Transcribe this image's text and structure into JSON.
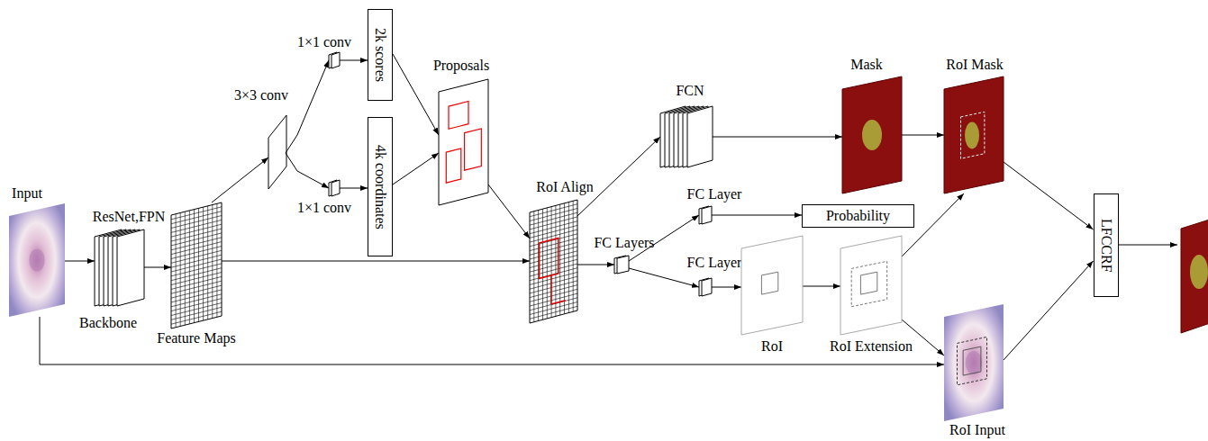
{
  "diagram": {
    "nodes": [
      {
        "text": [
          "Input"
        ]
      },
      {
        "text": [
          "ResNet,FPN",
          "Backbone"
        ]
      },
      {
        "text": [
          "Feature Maps"
        ]
      },
      {
        "text": [
          "3×3 conv"
        ]
      },
      {
        "text": [
          "1×1 conv"
        ]
      },
      {
        "text": [
          "1×1 conv"
        ]
      },
      {
        "text": [
          "2k scores"
        ]
      },
      {
        "text": [
          "4k coordinates"
        ]
      },
      {
        "text": [
          "Proposals"
        ]
      },
      {
        "text": [
          "RoI Align"
        ]
      },
      {
        "text": [
          "FC Layers"
        ]
      },
      {
        "text": [
          "FCN"
        ]
      },
      {
        "text": [
          "FC Layer"
        ]
      },
      {
        "text": [
          "FC Layer"
        ]
      },
      {
        "text": [
          "Probability"
        ]
      },
      {
        "text": [
          "RoI"
        ]
      },
      {
        "text": [
          "Mask"
        ]
      },
      {
        "text": [
          "RoI Extension"
        ]
      },
      {
        "text": [
          "RoI Mask"
        ]
      },
      {
        "text": [
          "RoI Input"
        ]
      },
      {
        "text": [
          "LFCCRF"
        ]
      }
    ],
    "edges": [
      {
        "from": 0,
        "to": 1,
        "arrow": "to"
      },
      {
        "from": 1,
        "to": 2,
        "arrow": "to"
      },
      {
        "from": 2,
        "to": 3,
        "arrow": "to"
      },
      {
        "from": 3,
        "to": 4,
        "arrow": "to"
      },
      {
        "from": 3,
        "to": 5,
        "arrow": "to"
      },
      {
        "from": 4,
        "to": 6,
        "arrow": "to"
      },
      {
        "from": 5,
        "to": 7,
        "arrow": "to"
      },
      {
        "from": 6,
        "to": 8,
        "arrow": "to"
      },
      {
        "from": 7,
        "to": 8,
        "arrow": "to"
      },
      {
        "from": 2,
        "to": 9,
        "arrow": "to"
      },
      {
        "from": 8,
        "to": 9,
        "arrow": "to"
      },
      {
        "from": 9,
        "to": 11,
        "arrow": "to"
      },
      {
        "from": 9,
        "to": 10,
        "arrow": "to"
      },
      {
        "from": 10,
        "to": 12,
        "arrow": "to"
      },
      {
        "from": 10,
        "to": 13,
        "arrow": "to"
      },
      {
        "from": 12,
        "to": 14,
        "arrow": "to"
      },
      {
        "from": 13,
        "to": 15,
        "arrow": "to"
      },
      {
        "from": 15,
        "to": 17,
        "arrow": "to"
      },
      {
        "from": 11,
        "to": 16,
        "arrow": "to"
      },
      {
        "from": 16,
        "to": 18,
        "arrow": "to"
      },
      {
        "from": 17,
        "to": 18,
        "arrow": "to"
      },
      {
        "from": 17,
        "to": 19,
        "arrow": "to"
      },
      {
        "from": 0,
        "to": 19,
        "arrow": "to"
      },
      {
        "from": 18,
        "to": 20,
        "arrow": "to"
      },
      {
        "from": 19,
        "to": 20,
        "arrow": "to"
      }
    ]
  }
}
